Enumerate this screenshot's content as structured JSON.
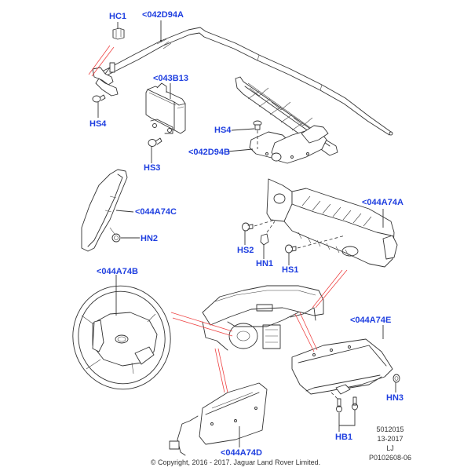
{
  "diagram": {
    "labels": {
      "hc1": "HC1",
      "curtain_rh": "<042D94A",
      "curtain_lh": "<042D94B",
      "module_043b13": "<043B13",
      "hs4_left": "HS4",
      "hs4_right": "HS4",
      "hs3": "HS3",
      "seat_airbag": "<044A74C",
      "hn2": "HN2",
      "passenger_airbag": "<044A74A",
      "hs2": "HS2",
      "hn1": "HN1",
      "hs1": "HS1",
      "driver_airbag": "<044A74B",
      "knee_airbag_passenger": "<044A74E",
      "hn3": "HN3",
      "hb1": "HB1",
      "knee_airbag_driver": "<044A74D"
    },
    "label_color": "#1f3fe0",
    "callout_color": "#ee4444"
  },
  "footer": {
    "doc_number": "5012015",
    "revision": "13-2017",
    "author": "LJ",
    "illustration_id": "P0102608-06",
    "copyright": "© Copyright, 2016 - 2017. Jaguar Land Rover Limited."
  }
}
